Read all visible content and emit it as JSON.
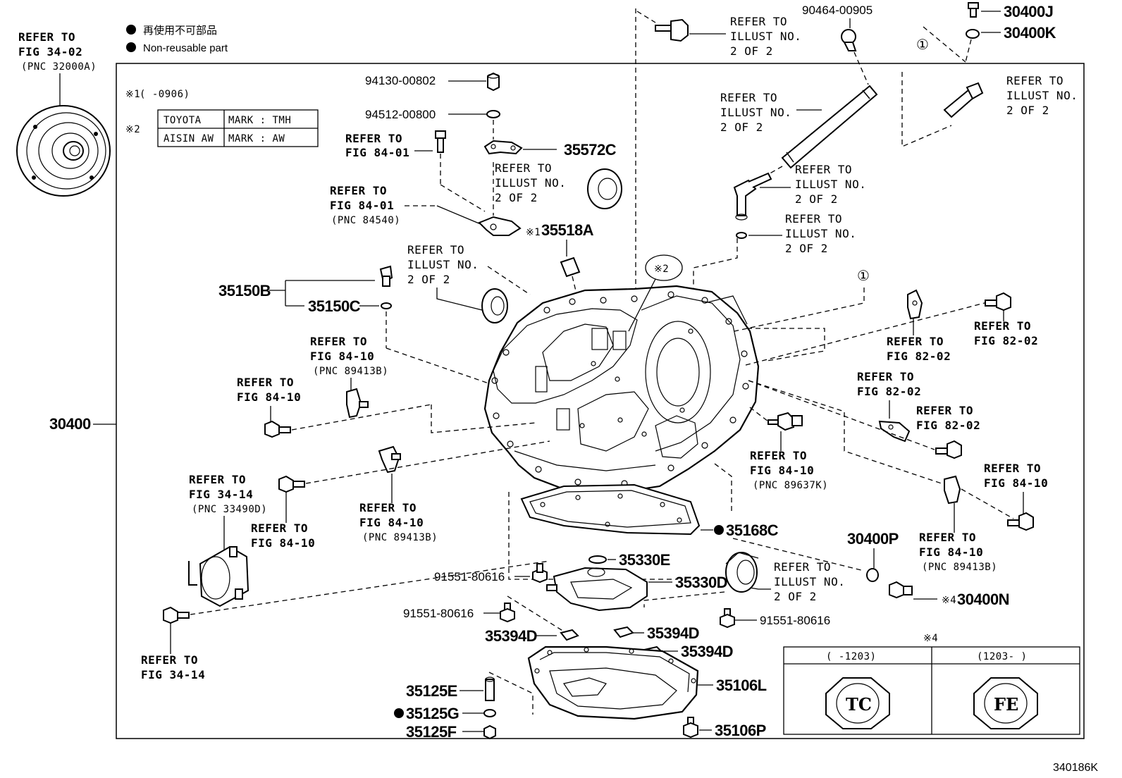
{
  "legend": {
    "jp_label": "再使用不可部品",
    "en_label": "Non-reusable part"
  },
  "notes": {
    "note1_mark": "※1",
    "note1_text": "(      -0906)",
    "note2_mark": "※2",
    "table": [
      [
        "TOYOTA",
        "MARK : TMH"
      ],
      [
        "AISIN AW",
        "MARK : AW"
      ]
    ],
    "note4_mark": "※4",
    "note4_cols": [
      "(    -1203)",
      "(1203-    )"
    ],
    "note4_marks": [
      "TC",
      "FE"
    ]
  },
  "refs": {
    "fig3402_line1": "REFER TO",
    "fig3402_line2": "FIG 34-02",
    "fig3402_line3": "(PNC 32000A)",
    "illust_top_1": "REFER TO",
    "illust_top_2": "ILLUST NO.",
    "illust_top_3": "2 OF 2",
    "illust_tr_1": "REFER TO",
    "illust_tr_2": "ILLUST NO.",
    "illust_tr_3": "2 OF 2",
    "illust_tube_1": "REFER TO",
    "illust_tube_2": "ILLUST NO.",
    "illust_tube_3": "2 OF 2",
    "illust_elbow_1": "REFER TO",
    "illust_elbow_2": "ILLUST NO.",
    "illust_elbow_3": "2 OF 2",
    "illust_oring_1": "REFER TO",
    "illust_oring_2": "ILLUST NO.",
    "illust_oring_3": "2 OF 2",
    "illust_bearing_1": "REFER TO",
    "illust_bearing_2": "ILLUST NO.",
    "illust_bearing_3": "2 OF 2",
    "illust_seal_1": "REFER TO",
    "illust_seal_2": "ILLUST NO.",
    "illust_seal_3": "2 OF 2",
    "illust_ring_1": "REFER TO",
    "illust_ring_2": "ILLUST NO.",
    "illust_ring_3": "2 OF 2",
    "fig8401a_1": "REFER TO",
    "fig8401a_2": "FIG 84-01",
    "fig8401b_1": "REFER TO",
    "fig8401b_2": "FIG 84-01",
    "fig8401b_3": "(PNC 84540)",
    "fig8410a_1": "REFER TO",
    "fig8410a_2": "FIG 84-10",
    "fig8410a_3": "(PNC 89413B)",
    "fig8410b_1": "REFER TO",
    "fig8410b_2": "FIG 84-10",
    "fig8410c_1": "REFER TO",
    "fig8410c_2": "FIG 84-10",
    "fig8410c_3": "(PNC 89413B)",
    "fig8410d_1": "REFER TO",
    "fig8410d_2": "FIG 84-10",
    "fig8410e_1": "REFER TO",
    "fig8410e_2": "FIG 84-10",
    "fig8410e_3": "(PNC 89637K)",
    "fig8410f_1": "REFER TO",
    "fig8410f_2": "FIG 84-10",
    "fig8410g_1": "REFER TO",
    "fig8410g_2": "FIG 84-10",
    "fig8410g_3": "(PNC 89413B)",
    "fig3414a_1": "REFER TO",
    "fig3414a_2": "FIG 34-14",
    "fig3414a_3": "(PNC 33490D)",
    "fig3414b_1": "REFER TO",
    "fig3414b_2": "FIG 34-14",
    "fig8202a_1": "REFER TO",
    "fig8202a_2": "FIG 82-02",
    "fig8202b_1": "REFER TO",
    "fig8202b_2": "FIG 82-02",
    "fig8202c_1": "REFER TO",
    "fig8202c_2": "FIG 82-02",
    "fig8202d_1": "REFER TO",
    "fig8202d_2": "FIG 82-02"
  },
  "parts": {
    "p30400": "30400",
    "p30400J": "30400J",
    "p30400K": "30400K",
    "p30400P": "30400P",
    "p30400N": "30400N",
    "p30400N_mark": "※4",
    "p9046400905": "90464-00905",
    "p9413000802": "94130-00802",
    "p9451200800": "94512-00800",
    "p35572C": "35572C",
    "p35518A": "35518A",
    "p35518A_mark": "※1",
    "p35150B": "35150B",
    "p35150C": "35150C",
    "p35168C": "35168C",
    "p35330E": "35330E",
    "p35330D": "35330D",
    "p9155180616a": "91551-80616",
    "p9155180616b": "91551-80616",
    "p9155180616c": "91551-80616",
    "p35394Da": "35394D",
    "p35394Db": "35394D",
    "p35394Dc": "35394D",
    "p35106L": "35106L",
    "p35106P": "35106P",
    "p35125E": "35125E",
    "p35125G": "35125G",
    "p35125F": "35125F",
    "mark2": "※2",
    "circle1a": "①",
    "circle1b": "①"
  },
  "footer": {
    "illustration_code": "340186K"
  }
}
